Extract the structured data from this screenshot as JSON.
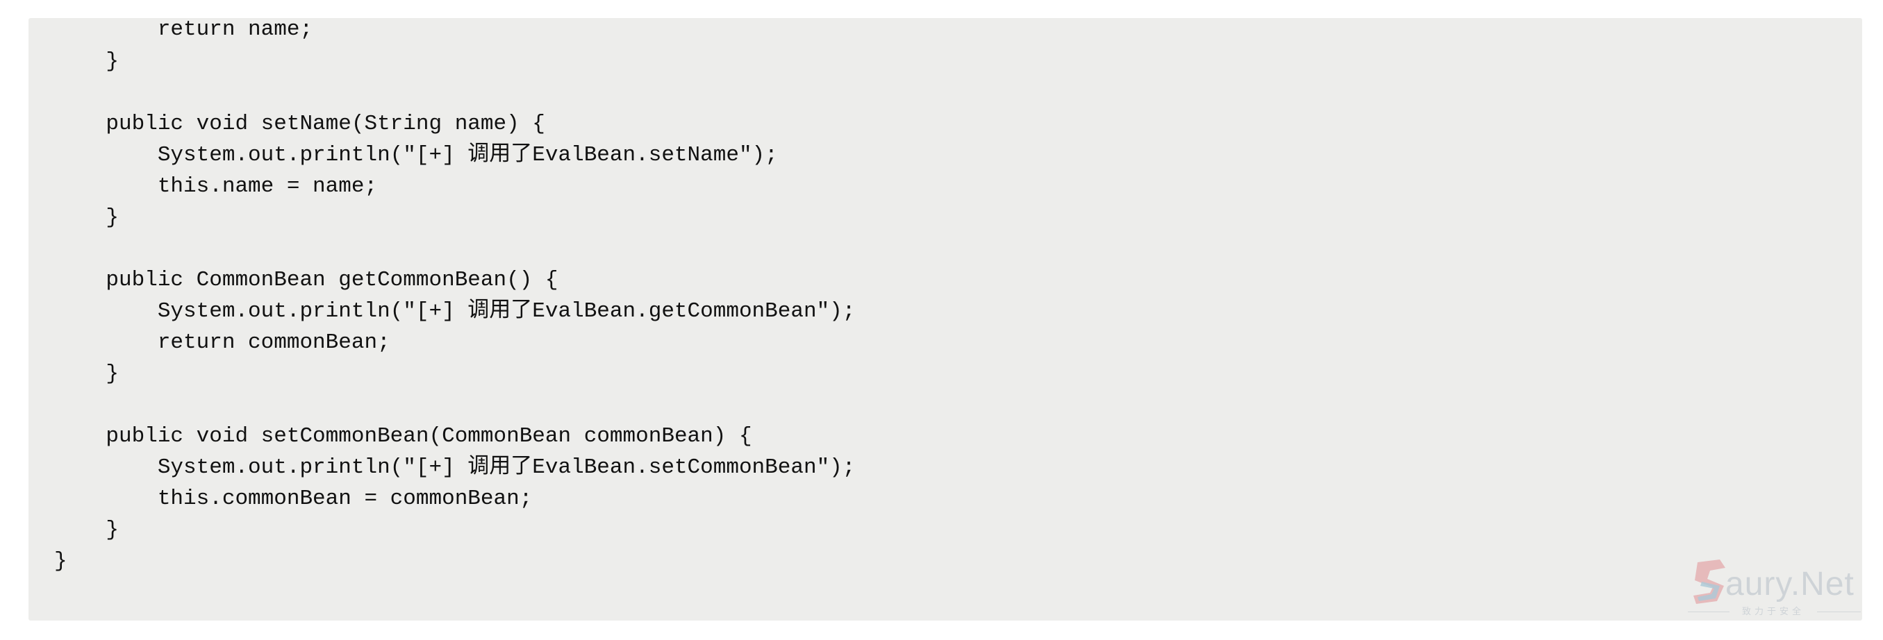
{
  "code": {
    "language": "java",
    "lines": [
      "        return name;",
      "    }",
      "",
      "    public void setName(String name) {",
      "        System.out.println(\"[+] 调用了EvalBean.setName\");",
      "        this.name = name;",
      "    }",
      "",
      "    public CommonBean getCommonBean() {",
      "        System.out.println(\"[+] 调用了EvalBean.getCommonBean\");",
      "        return commonBean;",
      "    }",
      "",
      "    public void setCommonBean(CommonBean commonBean) {",
      "        System.out.println(\"[+] 调用了EvalBean.setCommonBean\");",
      "        this.commonBean = commonBean;",
      "    }",
      "}"
    ]
  },
  "watermark": {
    "brand_text": "aury.Net",
    "sub_text": "致力于安全"
  },
  "colors": {
    "code_background": "#ededeb",
    "code_text": "#111111",
    "watermark": "#c9cfd4",
    "watermark_logo_red": "#e29ea0",
    "watermark_logo_blue": "#9fc3d3"
  }
}
